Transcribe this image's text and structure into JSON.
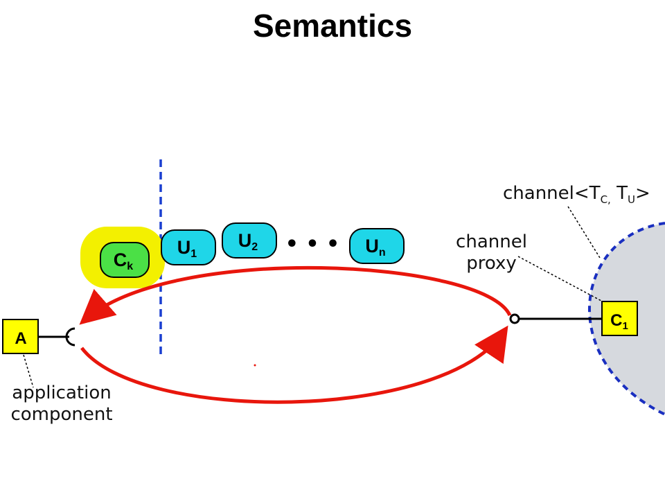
{
  "title": "Semantics",
  "colors": {
    "arc": "#e8160c",
    "separator": "#1a3fd0",
    "channel_fill": "#d6d9de",
    "channel_border": "#1a2fc0",
    "cyan": "#1fd6e8",
    "green": "#4be046",
    "yellow_highlight": "#f3f000",
    "yellow_box": "#ffff00"
  },
  "nodes": {
    "u1": {
      "main": "U",
      "sub": "1"
    },
    "u2": {
      "main": "U",
      "sub": "2"
    },
    "un": {
      "main": "U",
      "sub": "n"
    },
    "ck": {
      "main": "C",
      "sub": "k"
    },
    "c1": {
      "main": "C",
      "sub": "1"
    },
    "a": {
      "main": "A"
    },
    "ellipsis": "• • •"
  },
  "labels": {
    "channel_prefix": "channel<T",
    "channel_sub_c": "C,",
    "channel_mid": " T",
    "channel_sub_u": "U",
    "channel_suffix": ">",
    "channel_proxy_line1": "channel",
    "channel_proxy_line2": "proxy",
    "application_line1": "application",
    "application_line2": "component"
  }
}
